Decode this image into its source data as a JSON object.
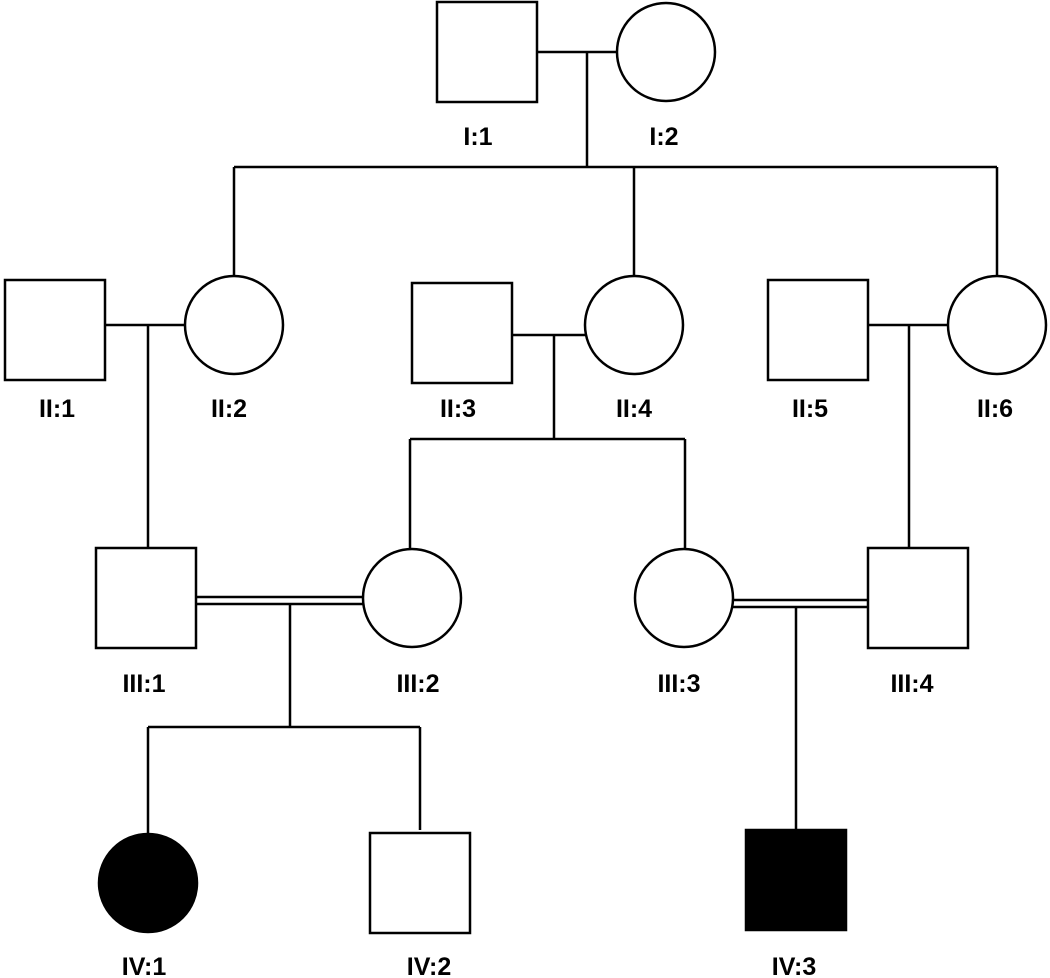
{
  "pedigree": {
    "individuals": [
      {
        "id": "I:1",
        "label": "I:1",
        "sex": "male",
        "affected": false
      },
      {
        "id": "I:2",
        "label": "I:2",
        "sex": "female",
        "affected": false
      },
      {
        "id": "II:1",
        "label": "II:1",
        "sex": "male",
        "affected": false
      },
      {
        "id": "II:2",
        "label": "II:2",
        "sex": "female",
        "affected": false
      },
      {
        "id": "II:3",
        "label": "II:3",
        "sex": "male",
        "affected": false
      },
      {
        "id": "II:4",
        "label": "II:4",
        "sex": "female",
        "affected": false
      },
      {
        "id": "II:5",
        "label": "II:5",
        "sex": "male",
        "affected": false
      },
      {
        "id": "II:6",
        "label": "II:6",
        "sex": "female",
        "affected": false
      },
      {
        "id": "III:1",
        "label": "III:1",
        "sex": "male",
        "affected": false
      },
      {
        "id": "III:2",
        "label": "III:2",
        "sex": "female",
        "affected": false
      },
      {
        "id": "III:3",
        "label": "III:3",
        "sex": "female",
        "affected": false
      },
      {
        "id": "III:4",
        "label": "III:4",
        "sex": "male",
        "affected": false
      },
      {
        "id": "IV:1",
        "label": "IV:1",
        "sex": "female",
        "affected": true
      },
      {
        "id": "IV:2",
        "label": "IV:2",
        "sex": "male",
        "affected": false
      },
      {
        "id": "IV:3",
        "label": "IV:3",
        "sex": "male",
        "affected": true
      }
    ],
    "matings": [
      {
        "partners": [
          "I:1",
          "I:2"
        ],
        "consanguineous": false,
        "children": [
          "II:2",
          "II:4",
          "II:6"
        ]
      },
      {
        "partners": [
          "II:1",
          "II:2"
        ],
        "consanguineous": false,
        "children": [
          "III:1"
        ]
      },
      {
        "partners": [
          "II:3",
          "II:4"
        ],
        "consanguineous": false,
        "children": [
          "III:2",
          "III:3"
        ]
      },
      {
        "partners": [
          "II:5",
          "II:6"
        ],
        "consanguineous": false,
        "children": [
          "III:4"
        ]
      },
      {
        "partners": [
          "III:1",
          "III:2"
        ],
        "consanguineous": true,
        "children": [
          "IV:1",
          "IV:2"
        ]
      },
      {
        "partners": [
          "III:3",
          "III:4"
        ],
        "consanguineous": true,
        "children": [
          "IV:3"
        ]
      }
    ],
    "colors": {
      "affected_fill": "#000000",
      "unaffected_fill": "#ffffff",
      "stroke": "#000000"
    }
  }
}
